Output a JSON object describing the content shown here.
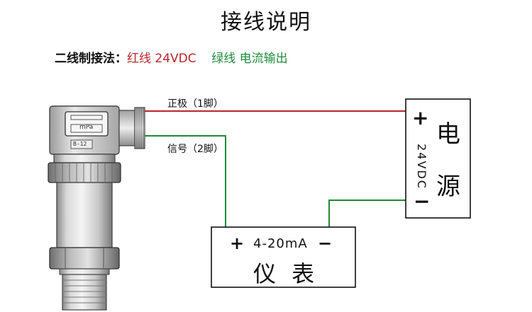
{
  "header": {
    "title": "接线说明"
  },
  "wiring_method": {
    "lead": "二线制接法：",
    "red_wire": "红线 24VDC",
    "green_wire": "绿线 电流输出"
  },
  "wires": {
    "positive_label": "正极（1脚）",
    "signal_label": "信号（2脚）",
    "positive_color": "#b8262c",
    "signal_color": "#1f8a3a"
  },
  "sensor": {
    "unit_label": "mPa",
    "model_label": "B-12"
  },
  "power_supply": {
    "plus": "+",
    "voltage": "24VDC",
    "minus": "−",
    "char1": "电",
    "char2": "源"
  },
  "meter": {
    "plus": "+",
    "range": "4-20mA",
    "minus": "−",
    "name": "仪 表"
  }
}
